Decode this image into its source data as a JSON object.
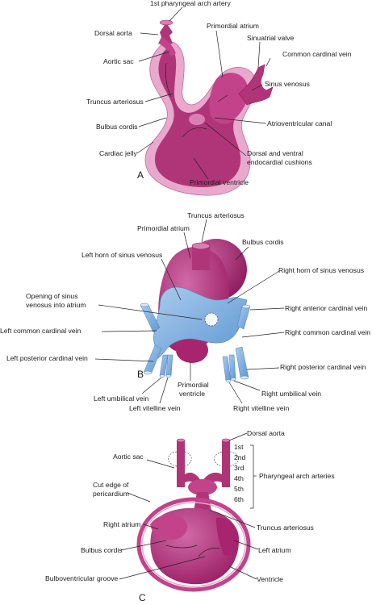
{
  "panel_a": {
    "letter": "A",
    "labels": {
      "first_arch_artery": "1st pharyngeal arch artery",
      "dorsal_aorta": "Dorsal aorta",
      "primordial_atrium": "Primordial atrium",
      "sinuatrial_valve": "Sinuatrial valve",
      "common_cardinal_vein": "Common cardinal vein",
      "aortic_sac": "Aortic sac",
      "sinus_venosus": "Sinus venosus",
      "truncus_arteriosus": "Truncus arteriosus",
      "bulbus_cordis": "Bulbus cordis",
      "atrioventricular_canal": "Atrioventricular canal",
      "cardiac_jelly": "Cardiac jelly",
      "cushions_line1": "Dorsal and ventral",
      "cushions_line2": "endocardial cushions",
      "primordial_ventricle": "Primordial ventricle"
    }
  },
  "panel_b": {
    "letter": "B",
    "labels": {
      "truncus_arteriosus": "Truncus arteriosus",
      "primordial_atrium": "Primordial atrium",
      "bulbus_cordis": "Bulbus cordis",
      "left_horn": "Left horn of sinus venosus",
      "right_horn": "Right horn of sinus venosus",
      "opening_line1": "Opening of sinus",
      "opening_line2": "venosus into atrium",
      "right_anterior_cardinal": "Right anterior cardinal vein",
      "left_common_cardinal": "Left common cardinal vein",
      "right_common_cardinal": "Right common cardinal vein",
      "left_posterior_cardinal": "Left posterior cardinal vein",
      "right_posterior_cardinal": "Right posterior cardinal vein",
      "left_umbilical": "Left umbilical vein",
      "primordial_ventricle_line1": "Primordial",
      "primordial_ventricle_line2": "ventricle",
      "right_umbilical": "Right umbilical vein",
      "left_vitelline": "Left vitelline vein",
      "right_vitelline": "Right vitelline vein"
    }
  },
  "panel_c": {
    "letter": "C",
    "labels": {
      "dorsal_aorta": "Dorsal aorta",
      "aortic_sac": "Aortic sac",
      "arch_1": "1st",
      "arch_2": "2nd",
      "arch_3": "3rd",
      "arch_4": "4th",
      "arch_5": "5th",
      "arch_6": "6th",
      "pharyngeal_arch_arteries": "Pharyngeal arch arteries",
      "cut_edge_line1": "Cut edge of",
      "cut_edge_line2": "pericardium",
      "right_atrium": "Right atrium",
      "truncus_arteriosus": "Truncus arteriosus",
      "bulbus_cordis": "Bulbus cordis",
      "left_atrium": "Left atrium",
      "bulboventricular_groove": "Bulboventricular groove",
      "ventricle": "Ventricle"
    }
  },
  "colors": {
    "heart_dark": "#a8246e",
    "heart_mid": "#c2438a",
    "heart_light": "#d97fb3",
    "jelly": "#e8a9cc",
    "vein_blue": "#6ea3d8",
    "vein_light": "#a9cbee"
  }
}
